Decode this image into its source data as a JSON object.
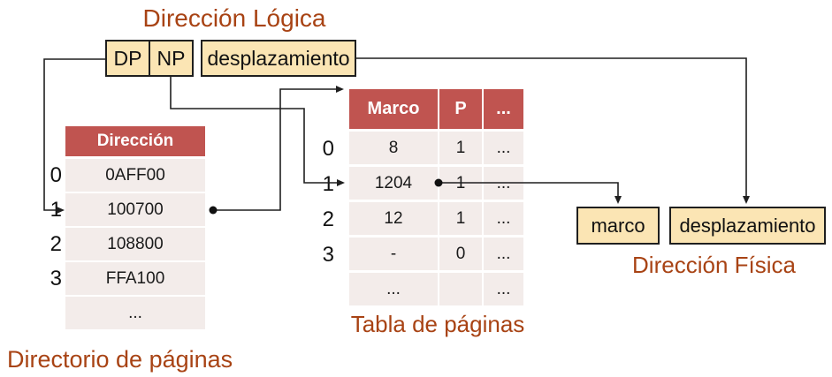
{
  "colors": {
    "table_header_red": "#C05450",
    "table_row_pink": "#F3ECEA",
    "field_box_cream": "#FBE5B4",
    "caption_brown": "#A84314",
    "line_black": "#1f1f1f"
  },
  "logical_address": {
    "title": "Dirección Lógica",
    "fields": {
      "dp": "DP",
      "np": "NP",
      "offset": "desplazamiento"
    }
  },
  "directory_table": {
    "caption": "Directorio de páginas",
    "header": "Dirección",
    "row_indices": [
      "0",
      "1",
      "2",
      "3"
    ],
    "rows": [
      "0AFF00",
      "100700",
      "108800",
      "FFA100",
      "..."
    ]
  },
  "page_table": {
    "caption": "Tabla de páginas",
    "headers": [
      "Marco",
      "P",
      "..."
    ],
    "row_indices": [
      "0",
      "1",
      "2",
      "3"
    ],
    "rows": [
      [
        "8",
        "1",
        "..."
      ],
      [
        "1204",
        "1",
        "..."
      ],
      [
        "12",
        "1",
        "..."
      ],
      [
        "-",
        "0",
        "..."
      ],
      [
        "...",
        "",
        "..."
      ]
    ]
  },
  "physical_address": {
    "title": "Dirección Física",
    "fields": {
      "frame": "marco",
      "offset": "desplazamiento"
    }
  }
}
